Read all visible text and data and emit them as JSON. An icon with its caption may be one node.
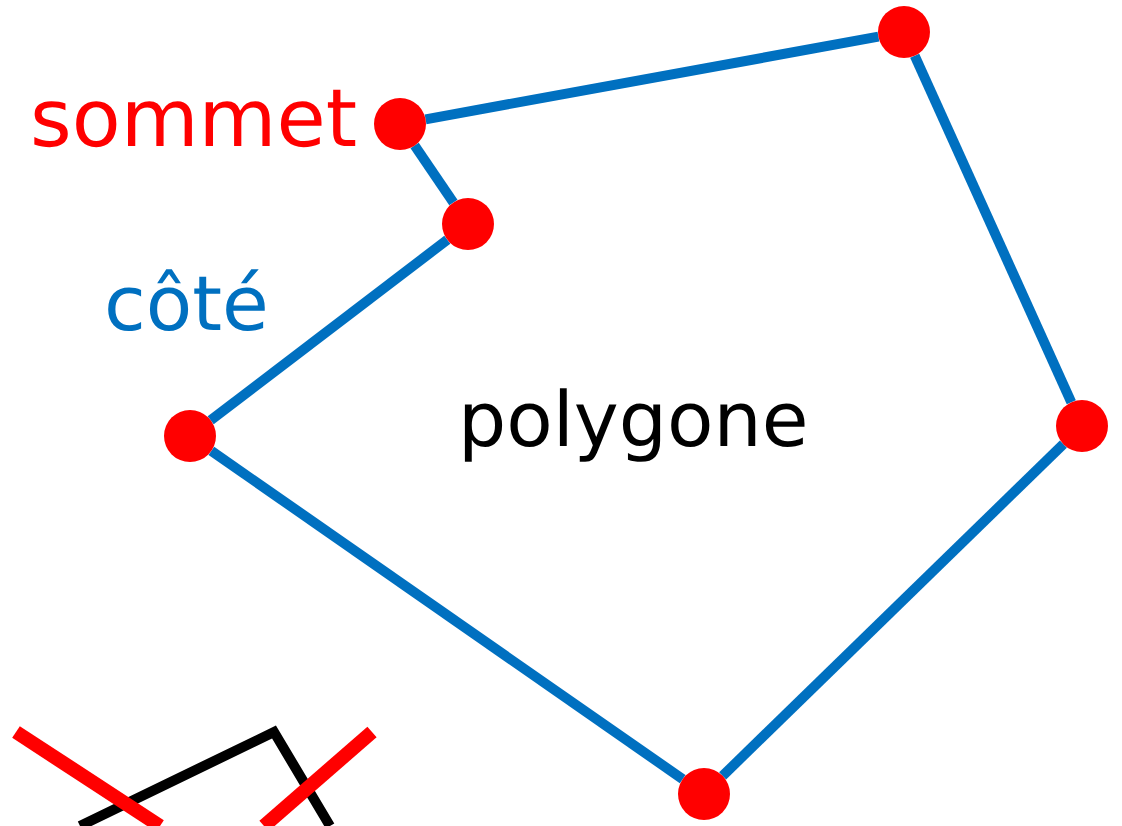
{
  "diagram": {
    "nodes": [
      {
        "text": [],
        "shape": "circle"
      },
      {
        "text": [],
        "shape": "circle"
      },
      {
        "text": [],
        "shape": "circle"
      },
      {
        "text": [],
        "shape": "circle"
      },
      {
        "text": [],
        "shape": "circle"
      },
      {
        "text": [],
        "shape": "circle"
      }
    ],
    "edges": [
      {
        "from": 1,
        "to": 4,
        "arrow": "none"
      },
      {
        "from": 4,
        "to": 5,
        "arrow": "none"
      },
      {
        "from": 5,
        "to": 3,
        "arrow": "none"
      },
      {
        "from": 3,
        "to": 0,
        "arrow": "none"
      },
      {
        "from": 0,
        "to": 2,
        "arrow": "none"
      },
      {
        "from": 2,
        "to": 1,
        "arrow": "none"
      }
    ],
    "labels": [
      "sommet",
      "côté",
      "polygone"
    ]
  }
}
